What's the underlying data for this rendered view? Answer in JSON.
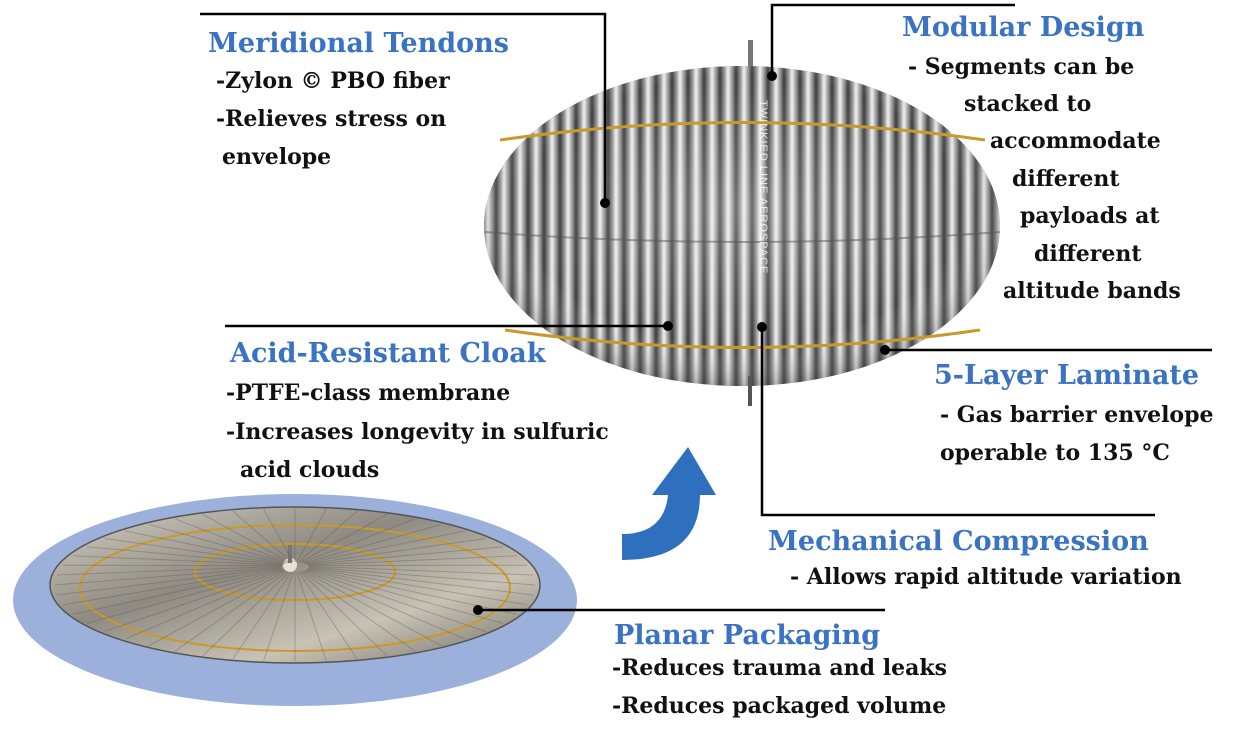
{
  "colors": {
    "heading": "#3b73c3",
    "leader_line": "#000000",
    "arrow": "#2e6fbe",
    "pad_ring": "#9cb0dc",
    "tendon_band": "#c89a2a"
  },
  "balloon": {
    "label": "TWINKIED LINE AEROSPACE"
  },
  "callouts": {
    "meridional": {
      "title": "Meridional Tendons",
      "lines": [
        "-Zylon © PBO fiber",
        "-Relieves stress on",
        "envelope"
      ]
    },
    "modular": {
      "title": "Modular Design",
      "lines": [
        "- Segments can be",
        "stacked to",
        "accommodate",
        "different",
        "payloads at",
        "different",
        "altitude bands"
      ]
    },
    "acid": {
      "title": "Acid-Resistant Cloak",
      "lines": [
        "-PTFE-class membrane",
        "-Increases longevity in sulfuric",
        "acid clouds"
      ]
    },
    "laminate": {
      "title": "5-Layer Laminate",
      "lines": [
        "- Gas barrier envelope",
        "operable to 135 °C"
      ]
    },
    "mechanical": {
      "title": "Mechanical Compression",
      "lines": [
        "- Allows rapid altitude variation"
      ]
    },
    "planar": {
      "title": "Planar Packaging",
      "lines": [
        "-Reduces trauma and leaks",
        "-Reduces packaged volume"
      ]
    }
  }
}
